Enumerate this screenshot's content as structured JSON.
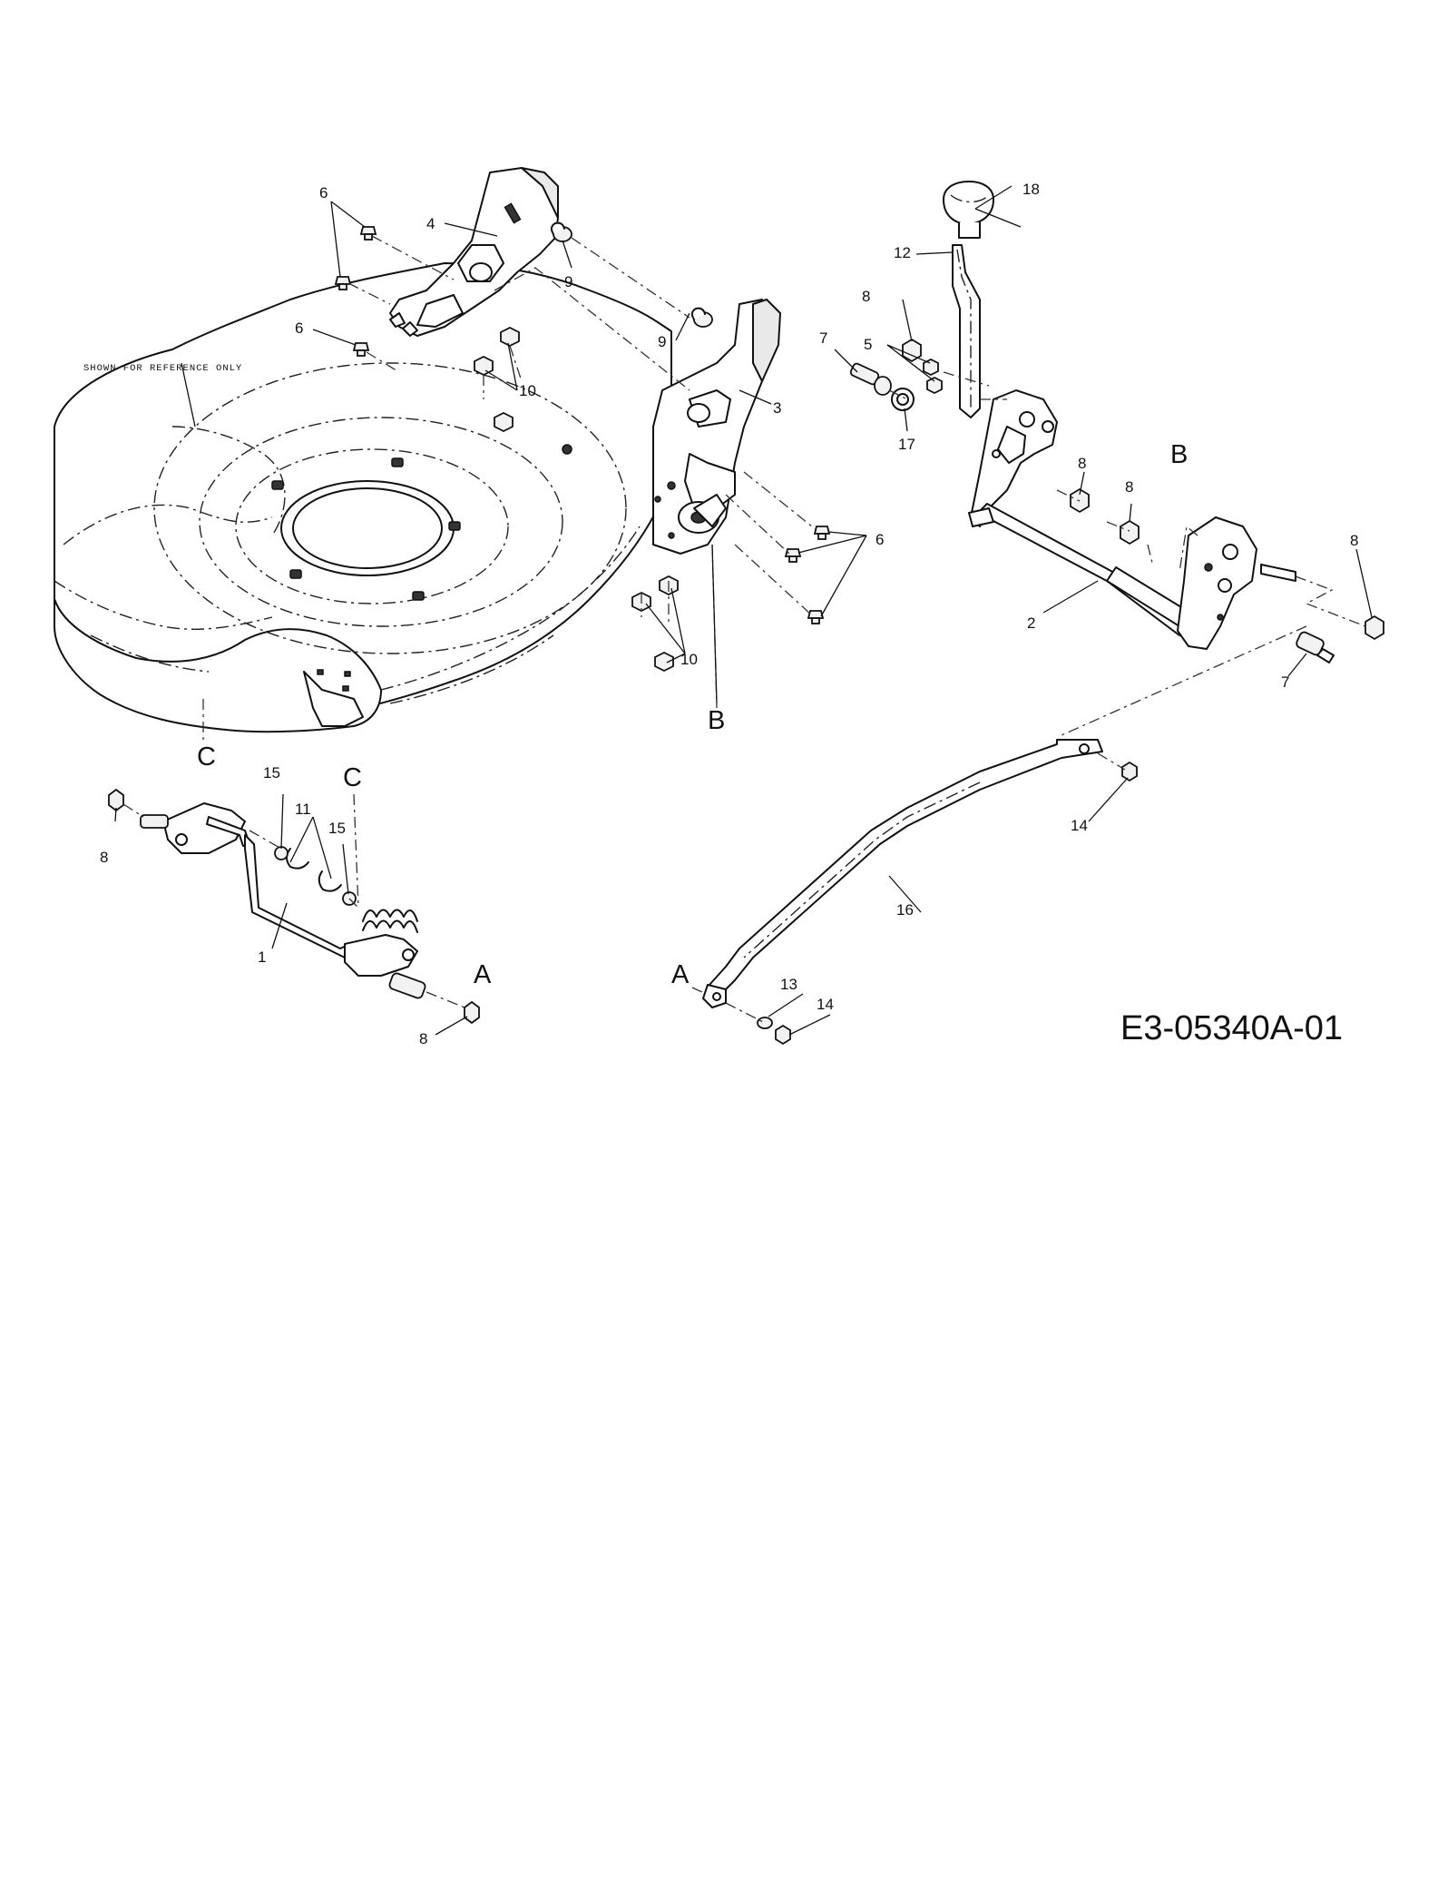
{
  "note": "SHOWN FOR REFERENCE ONLY",
  "drawing_id": "E3-05340A-01",
  "callouts": {
    "c1": "1",
    "c2": "2",
    "c3": "3",
    "c4": "4",
    "c5": "5",
    "c6a": "6",
    "c6b": "6",
    "c6c": "6",
    "c7a": "7",
    "c7b": "7",
    "c8a": "8",
    "c8b": "8",
    "c8c": "8",
    "c8d": "8",
    "c8e": "8",
    "c8f": "8",
    "c9a": "9",
    "c9b": "9",
    "c10a": "10",
    "c10b": "10",
    "c11": "11",
    "c12": "12",
    "c13": "13",
    "c14a": "14",
    "c14b": "14",
    "c15a": "15",
    "c15b": "15",
    "c16": "16",
    "c17": "17",
    "c18": "18"
  },
  "letters": {
    "b_right": "B",
    "b_deck": "B",
    "c_deck": "C",
    "c_link": "C",
    "a_axle": "A",
    "a_rod": "A"
  }
}
